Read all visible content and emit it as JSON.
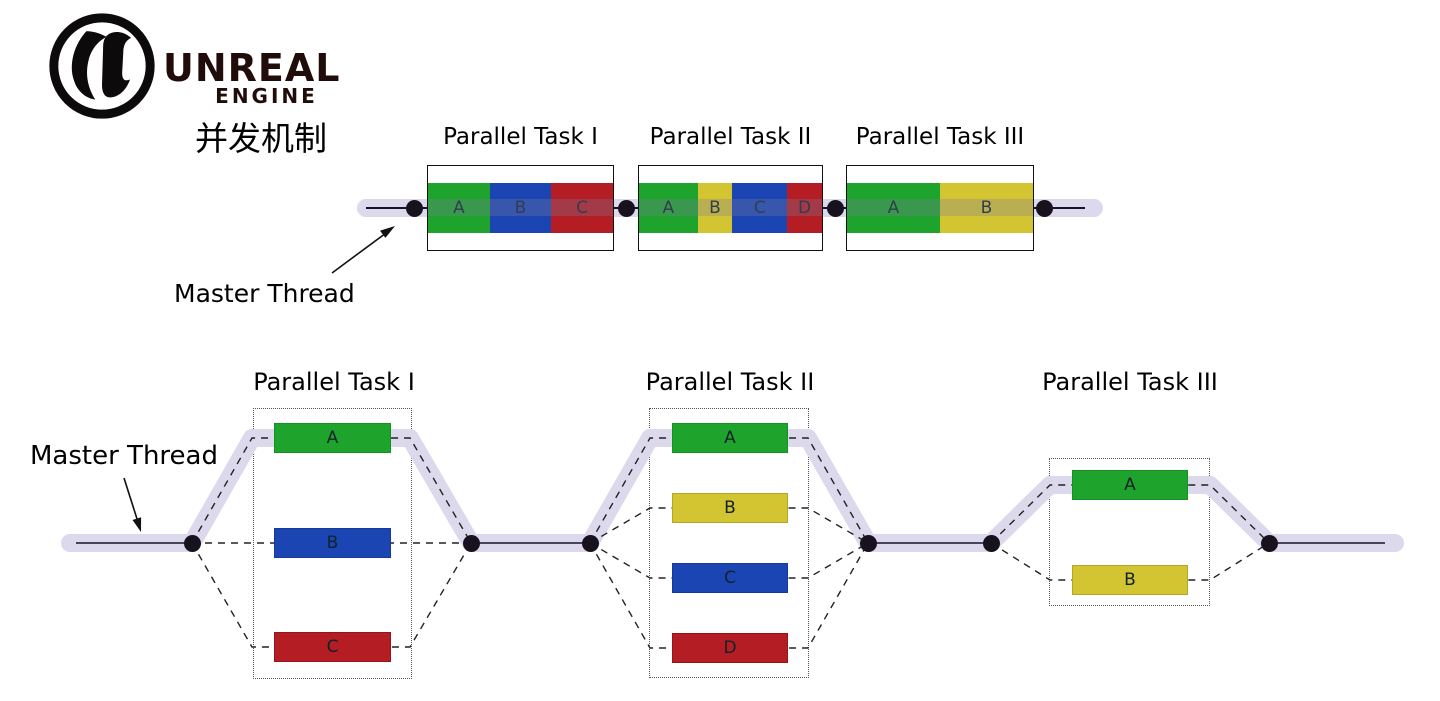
{
  "logo": {
    "brand": "UNREAL",
    "engine": "ENGINE",
    "monogram": "unreal-u-monogram"
  },
  "subtitle": "并发机制",
  "colors": {
    "green": "#1ea42c",
    "blue": "#1c45b4",
    "red": "#b41d23",
    "yellow": "#d3c431",
    "thread": "#dcd9ec",
    "node": "#17121e"
  },
  "top_diagram": {
    "master_thread_label": "Master Thread",
    "tasks": [
      {
        "title": "Parallel Task I",
        "segments": [
          {
            "label": "A",
            "color": "green"
          },
          {
            "label": "B",
            "color": "blue"
          },
          {
            "label": "C",
            "color": "red"
          }
        ]
      },
      {
        "title": "Parallel Task II",
        "segments": [
          {
            "label": "A",
            "color": "green"
          },
          {
            "label": "B",
            "color": "yellow"
          },
          {
            "label": "C",
            "color": "blue"
          },
          {
            "label": "D",
            "color": "red"
          }
        ]
      },
      {
        "title": "Parallel Task III",
        "segments": [
          {
            "label": "A",
            "color": "green"
          },
          {
            "label": "B",
            "color": "yellow"
          }
        ]
      }
    ]
  },
  "bottom_diagram": {
    "master_thread_label": "Master Thread",
    "tasks": [
      {
        "title": "Parallel Task I",
        "blocks": [
          {
            "label": "A",
            "color": "green"
          },
          {
            "label": "B",
            "color": "blue"
          },
          {
            "label": "C",
            "color": "red"
          }
        ]
      },
      {
        "title": "Parallel Task II",
        "blocks": [
          {
            "label": "A",
            "color": "green"
          },
          {
            "label": "B",
            "color": "yellow"
          },
          {
            "label": "C",
            "color": "blue"
          },
          {
            "label": "D",
            "color": "red"
          }
        ]
      },
      {
        "title": "Parallel Task III",
        "blocks": [
          {
            "label": "A",
            "color": "green"
          },
          {
            "label": "B",
            "color": "yellow"
          }
        ]
      }
    ]
  }
}
